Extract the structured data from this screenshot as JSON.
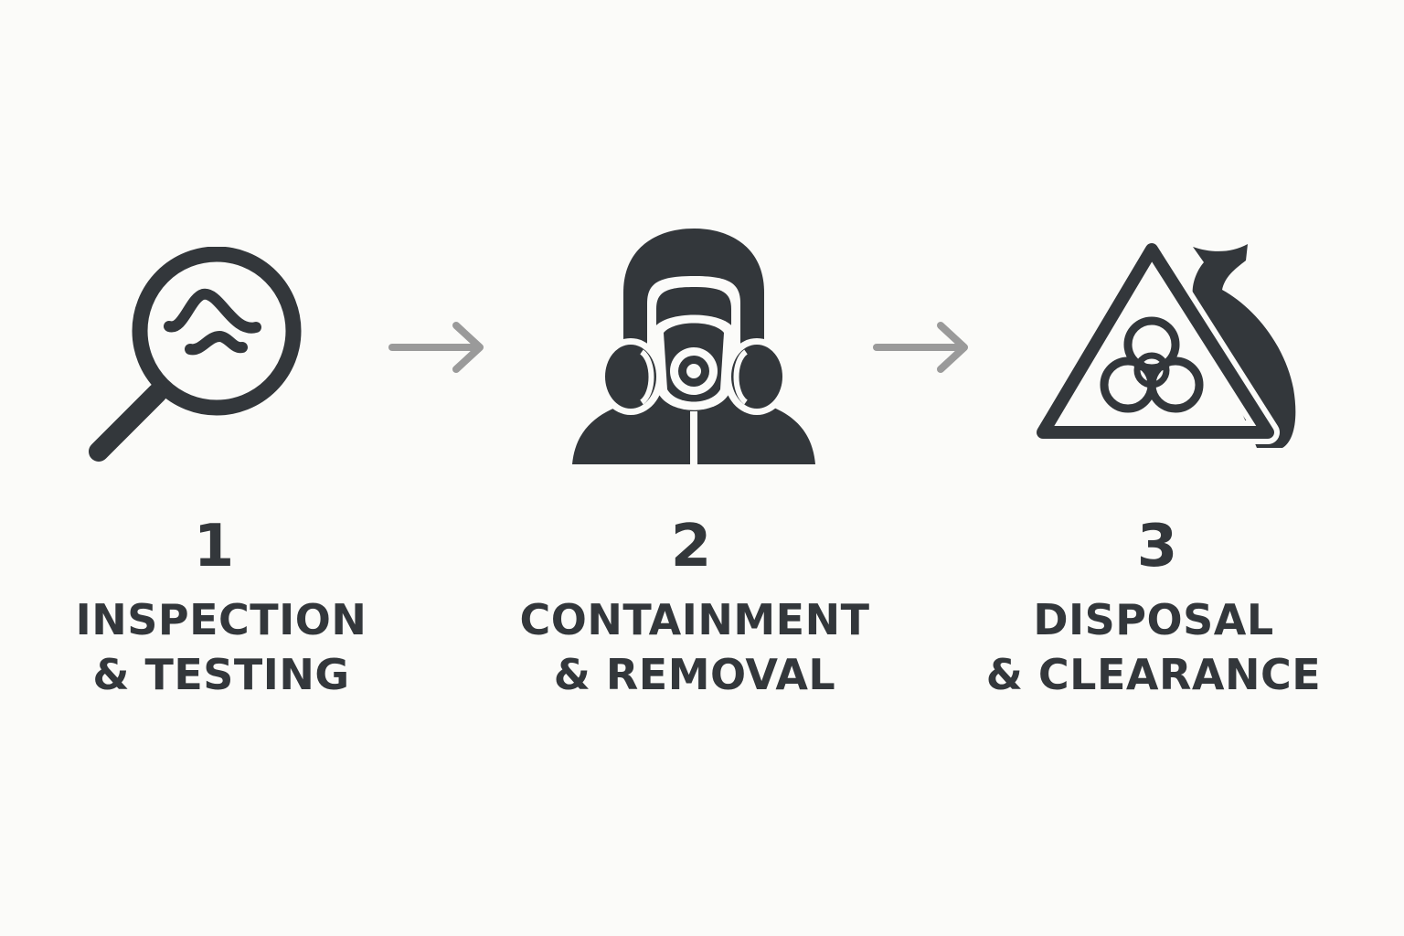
{
  "colors": {
    "background": "#fbfbf9",
    "icon": "#33373b",
    "arrow": "#9a9a9a",
    "text": "#33373b"
  },
  "steps": [
    {
      "number": "1",
      "title_line1": "INSPECTION",
      "title_line2": "& TESTING",
      "icon": "magnifying-glass-icon"
    },
    {
      "number": "2",
      "title_line1": "CONTAINMENT",
      "title_line2": "& REMOVAL",
      "icon": "respirator-worker-icon"
    },
    {
      "number": "3",
      "title_line1": "DISPOSAL",
      "title_line2": "& CLEARANCE",
      "icon": "biohazard-disposal-icon"
    }
  ],
  "connectors": [
    "arrow-right-icon",
    "arrow-right-icon"
  ]
}
